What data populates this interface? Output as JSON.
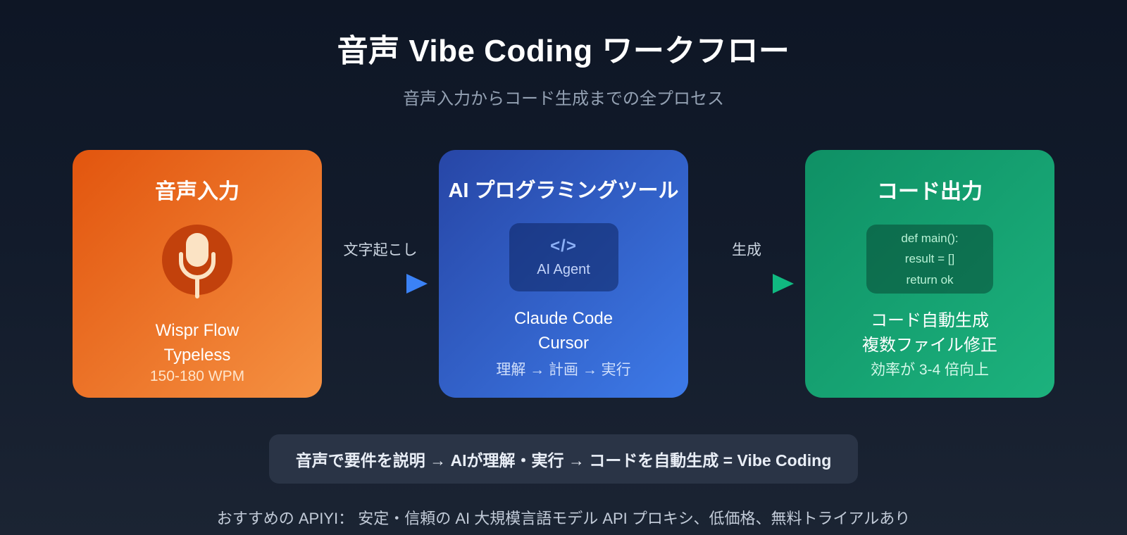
{
  "page": {
    "title": "音声 Vibe Coding ワークフロー",
    "subtitle": "音声入力からコード生成までの全プロセス"
  },
  "cards": {
    "input": {
      "title": "音声入力",
      "icon": "microphone-icon",
      "lines": [
        "Wispr Flow",
        "Typeless"
      ],
      "stat": "150-180 WPM"
    },
    "tool": {
      "title": "AI プログラミングツール",
      "badge_glyph": "</>",
      "badge_label": "AI Agent",
      "lines": [
        "Claude Code",
        "Cursor"
      ],
      "stat": "理解 → 計画 → 実行"
    },
    "output": {
      "title": "コード出力",
      "code_lines": [
        "def main():",
        "result = []",
        "return ok"
      ],
      "lines": [
        "コード自動生成",
        "複数ファイル修正"
      ],
      "stat": "効率が 3-4 倍向上"
    }
  },
  "arrows": [
    {
      "label": "文字起こし",
      "color": "#3b82f6"
    },
    {
      "label": "生成",
      "color": "#10b981"
    }
  ],
  "summary": "音声で要件を説明 → AIが理解・実行 → コードを自動生成 = Vibe Coding",
  "footer": "おすすめの APIYI： 安定・信頼の AI 大規模言語モデル API プロキシ、低価格、無料トライアルあり",
  "colors": {
    "background_top": "#0e1625",
    "background_bottom": "#1b2433",
    "card_input_gradient": [
      "#e2550e",
      "#f59142"
    ],
    "card_tool_gradient": [
      "#2746a6",
      "#3d7ae8"
    ],
    "card_output_gradient": [
      "#0f9065",
      "#1cb27d"
    ],
    "arrow_transcribe": "#3b82f6",
    "arrow_generate": "#10b981"
  }
}
